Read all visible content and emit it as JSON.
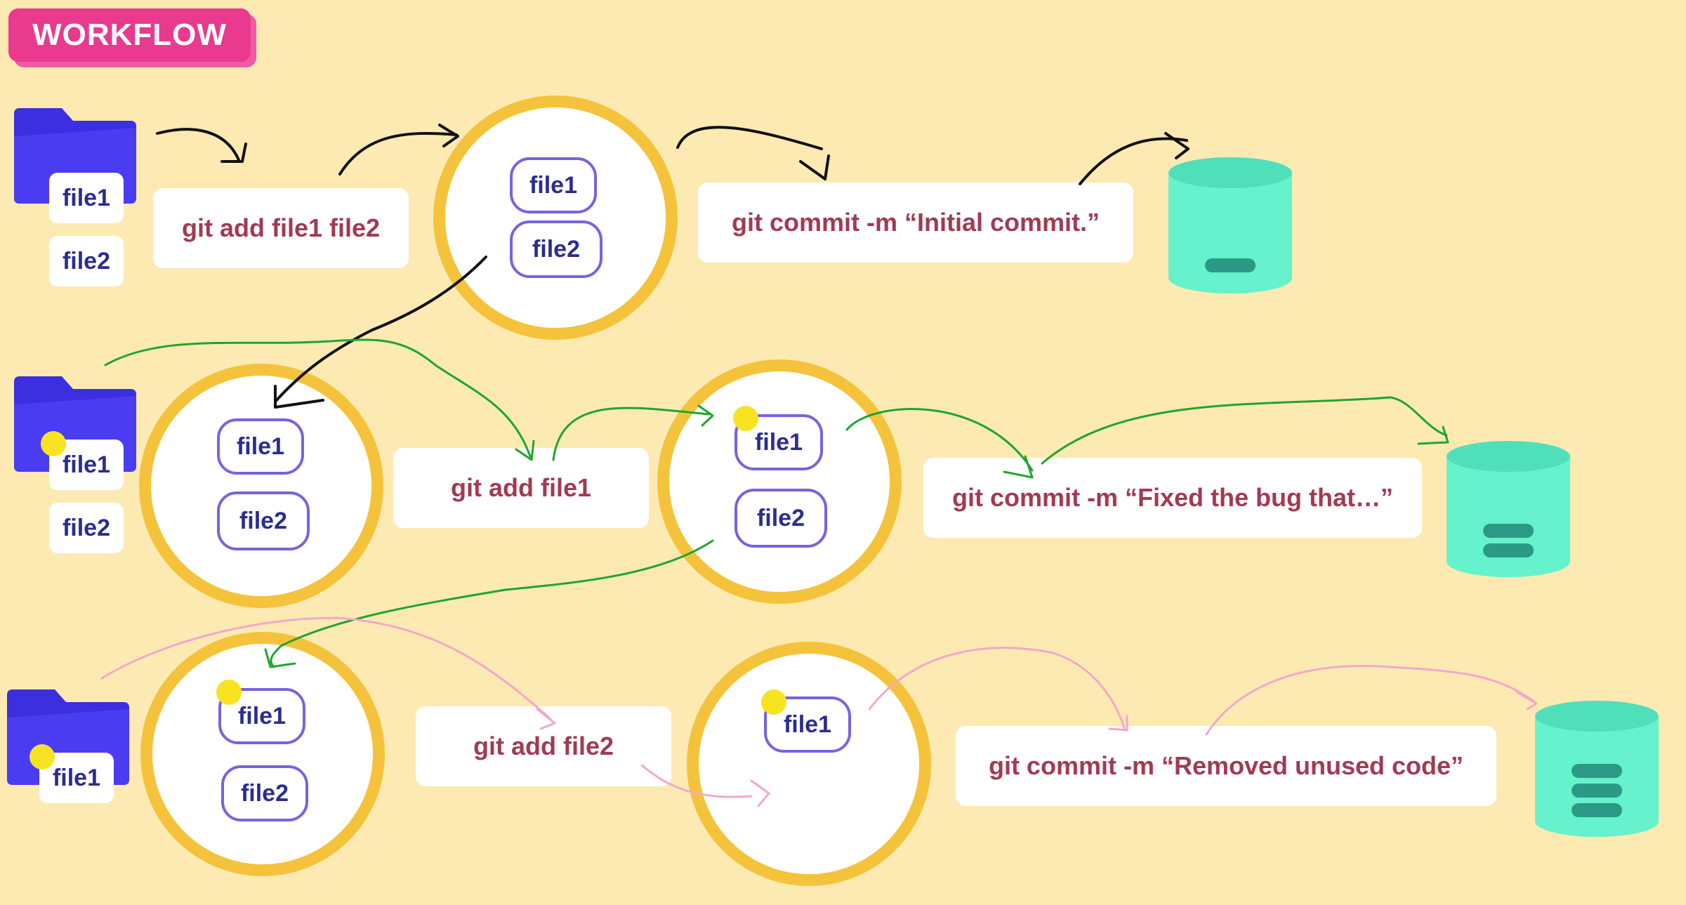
{
  "title": "WORKFLOW",
  "colors": {
    "background": "#fdeab3",
    "badge": "#e83a8f",
    "folder": "#3b2fe0",
    "ring": "#f5c33b",
    "pill_border": "#7b61e0",
    "file_text": "#2b2d8f",
    "command_text": "#a23a52",
    "database": "#66f2cc",
    "modified_dot": "#f7e321",
    "arrow_row1": "#111111",
    "arrow_row2": "#1fa52e",
    "arrow_row3": "#f4a8c9"
  },
  "rows": [
    {
      "working_dir": {
        "icon": "folder-icon",
        "files": [
          "file1",
          "file2"
        ]
      },
      "add_command": "git add file1 file2",
      "staging_files": [
        "file1",
        "file2"
      ],
      "commit_command": "git commit -m “Initial commit.”",
      "repository": {
        "icon": "database-icon"
      }
    },
    {
      "working_dir": {
        "icon": "folder-icon",
        "files": [
          "file1",
          "file2"
        ]
      },
      "previous_files": [
        "file1",
        "file2"
      ],
      "add_command": "git add file1",
      "staging_files": [
        "file1",
        "file2"
      ],
      "commit_command": "git commit -m “Fixed the bug that…”",
      "repository": {
        "icon": "database-icon"
      }
    },
    {
      "working_dir": {
        "icon": "folder-icon",
        "files": [
          "file1"
        ]
      },
      "previous_files": [
        "file1",
        "file2"
      ],
      "add_command": "git add file2",
      "staging_files": [
        "file1"
      ],
      "commit_command": "git commit -m “Removed unused code”",
      "repository": {
        "icon": "database-icon"
      }
    }
  ]
}
